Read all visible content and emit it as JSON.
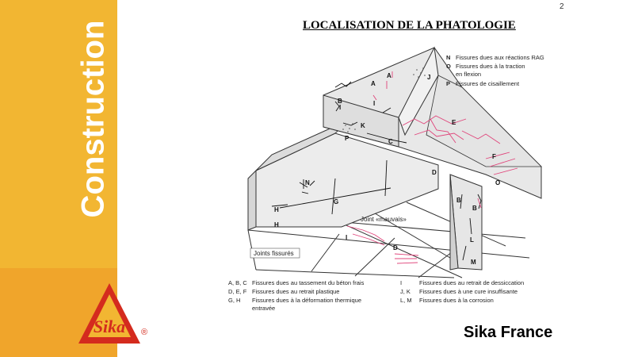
{
  "page_number": "2",
  "slide_title": "LOCALISATION DE LA PHATOLOGIE",
  "sidebar_title": "Construction",
  "logo": {
    "text": "Sika",
    "registered": "®",
    "color_red": "#d42b1e",
    "color_yellow": "#f2b632"
  },
  "footer_brand": "Sika France",
  "legend_top": [
    {
      "code": "N",
      "text": "Fissures dues aux réactions RAG"
    },
    {
      "code": "O",
      "text": "Fissures dues à la traction",
      "text2": "en flexion"
    },
    {
      "code": "P",
      "text": "Fissures de cisaillement"
    }
  ],
  "legend_bottom_left": [
    {
      "code": "A, B, C",
      "text": "Fissures dues au tassement du béton frais"
    },
    {
      "code": "D, E, F",
      "text": "Fissures dues au retrait plastique"
    },
    {
      "code": "G, H",
      "text": "Fissures dues à la déformation thermique",
      "text2": "entravée"
    }
  ],
  "legend_bottom_right": [
    {
      "code": "I",
      "text": "Fissures dues au retrait de dessiccation"
    },
    {
      "code": "J, K",
      "text": "Fissures dues à une cure insuffisante"
    },
    {
      "code": "L, M",
      "text": "Fissures dues à la corrosion"
    }
  ],
  "callouts": {
    "joint_mauvais": "Joint «mauvais»",
    "joints_fissures": "Joints fissurés"
  },
  "letters": {
    "A1": "A",
    "A2": "A",
    "B1": "B",
    "B2": "B",
    "B3": "B",
    "C": "C",
    "D1": "D",
    "D2": "D",
    "E": "E",
    "F": "F",
    "G": "G",
    "H1": "H",
    "H2": "H",
    "I1": "I",
    "I2": "I",
    "I3": "I",
    "J": "J",
    "K": "K",
    "L": "L",
    "M": "M",
    "N": "N",
    "O": "O",
    "P": "P"
  }
}
